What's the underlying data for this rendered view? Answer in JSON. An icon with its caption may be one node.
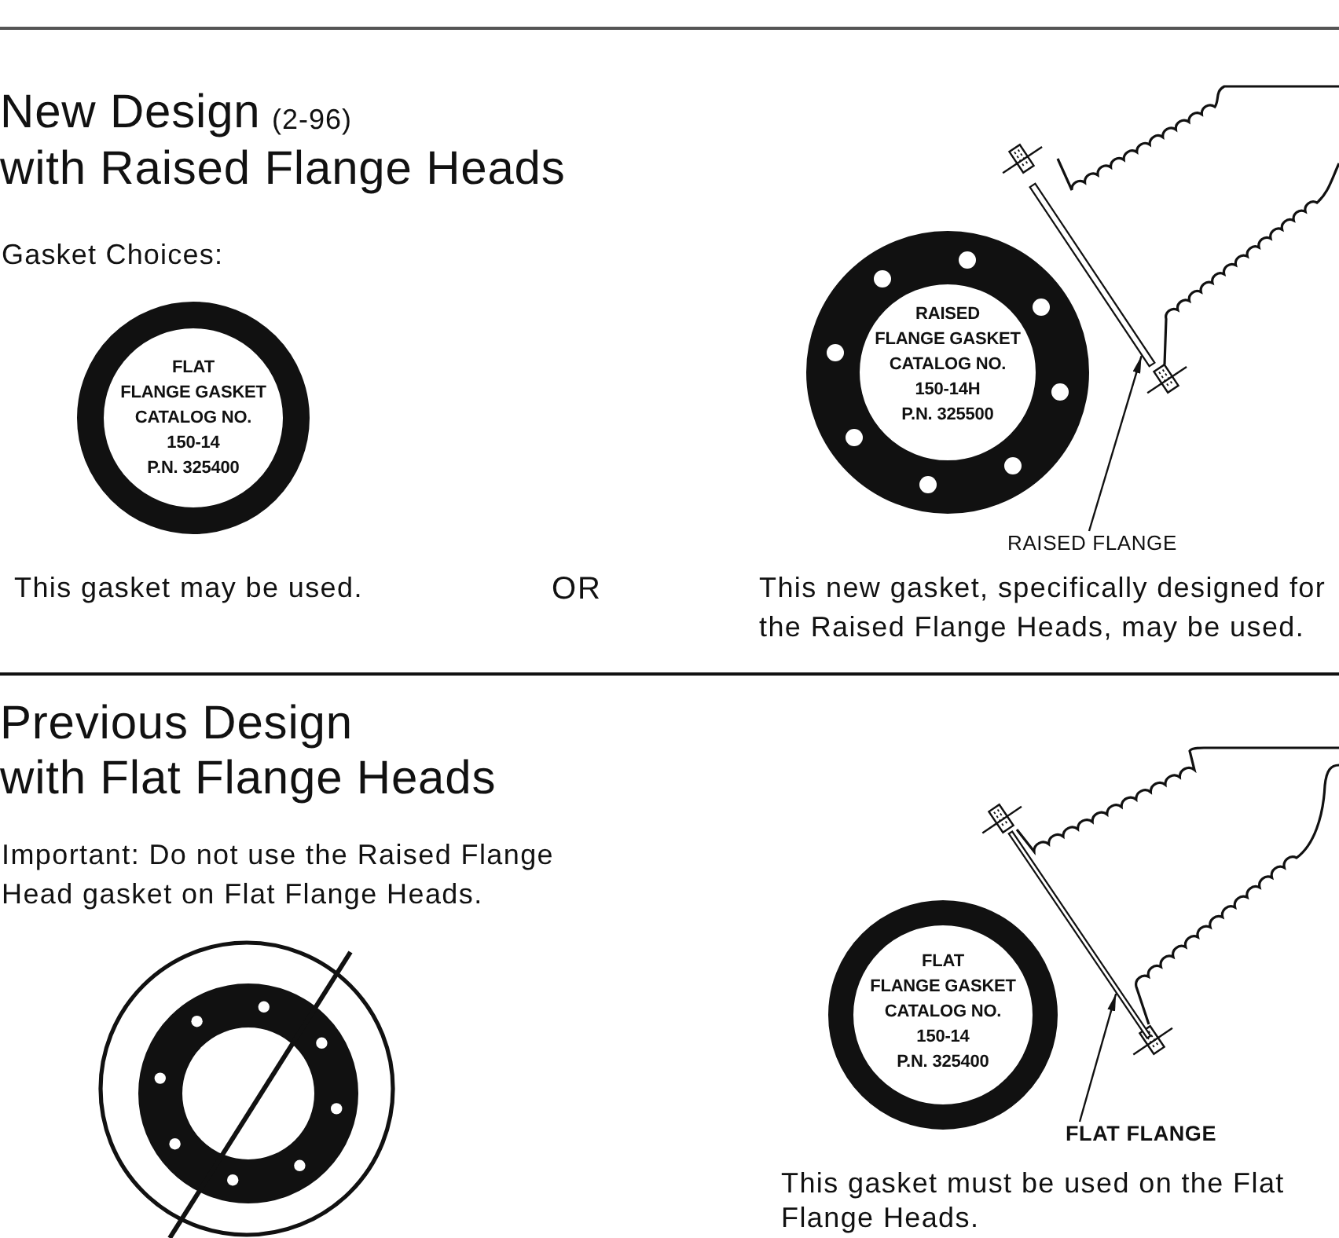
{
  "diagram": {
    "nodes": [
      {
        "text": [
          "FLAT",
          "FLANGE GASKET",
          "CATALOG NO.",
          "150-14",
          "P.N. 325400"
        ]
      },
      {
        "text": [
          "RAISED",
          "FLANGE GASKET",
          "CATALOG NO.",
          "150-14H",
          "P.N. 325500"
        ]
      },
      {
        "text": [],
        "shape": "bar"
      },
      {
        "text": [
          "RAISED FLANGE"
        ]
      },
      {
        "text": [
          "FLAT",
          "FLANGE GASKET",
          "CATALOG NO.",
          "150-14",
          "P.N. 325400"
        ]
      },
      {
        "text": [],
        "shape": "bar"
      },
      {
        "text": [
          "FLAT FLANGE"
        ]
      }
    ],
    "edges": [
      {
        "from": 3,
        "to": 2,
        "arrow": "to"
      },
      {
        "from": 6,
        "to": 5,
        "arrow": "to"
      }
    ],
    "labels": [
      "New Design",
      "(2-96)",
      "with Raised Flange Heads",
      "Gasket Choices:",
      "This gasket may be used.",
      "OR",
      "This new gasket, specifically designed for the Raised Flange Heads, may be used.",
      "Previous Design",
      "with Flat Flange Heads",
      "Important: Do not use the Raised Flange Head gasket on Flat Flange Heads.",
      "This gasket must be used on the Flat Flange Heads."
    ]
  }
}
